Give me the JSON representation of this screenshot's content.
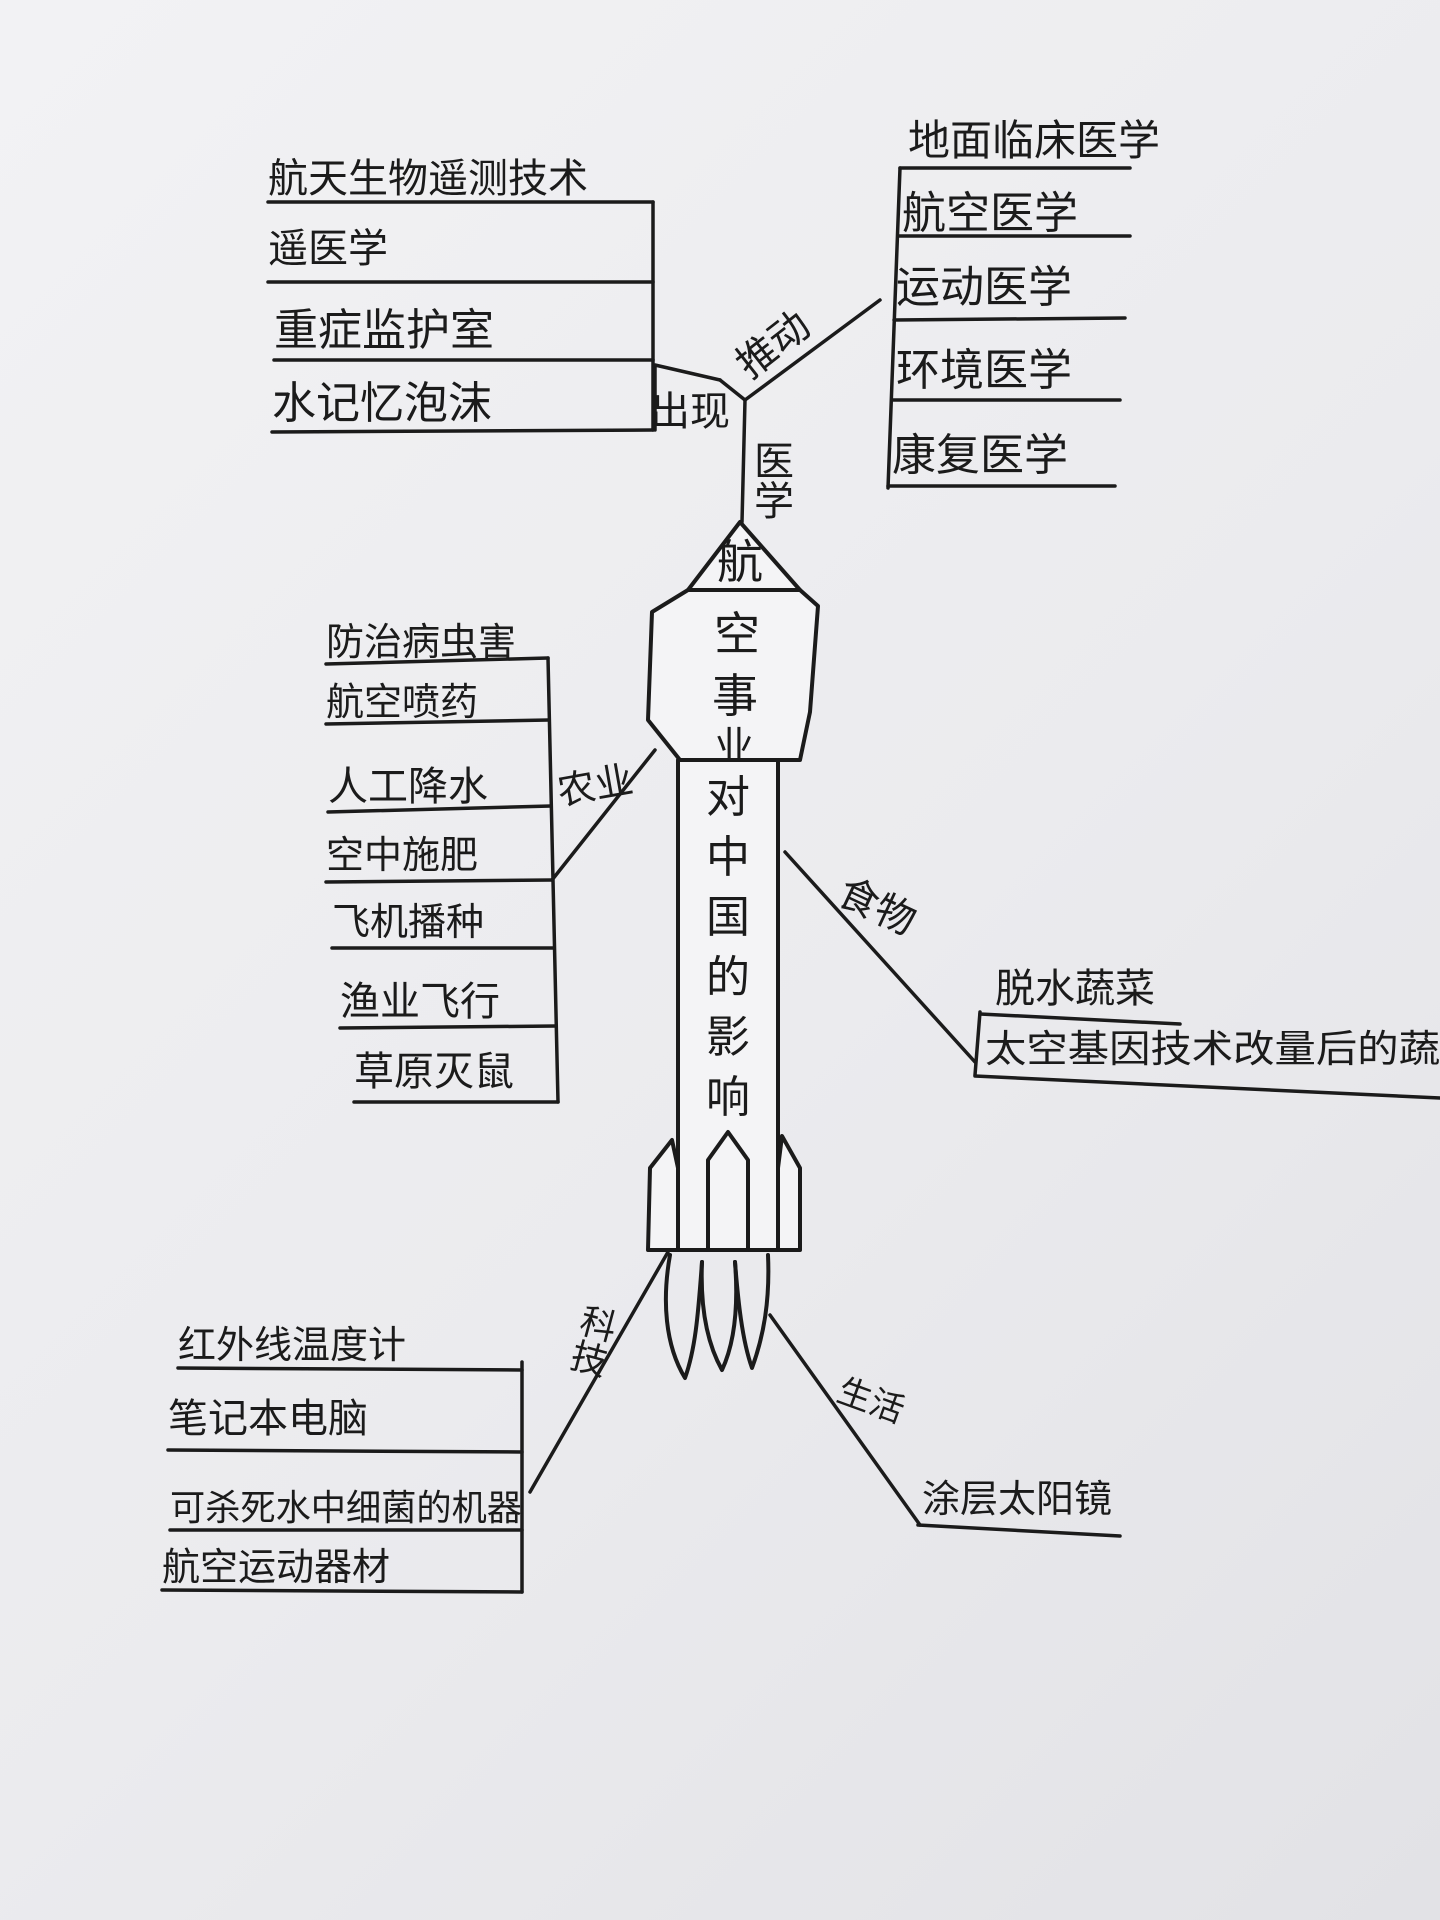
{
  "title_chars": [
    "航",
    "空",
    "事",
    "业",
    "对",
    "中",
    "国",
    "的",
    "影",
    "响"
  ],
  "branches": {
    "medicine": {
      "label": "医学",
      "emerged_label": "出现",
      "emerged_items": [
        "航天生物遥测技术",
        "遥医学",
        "重症监护室",
        "水记忆泡沫"
      ],
      "promote_label": "推动",
      "promote_items": [
        "地面临床医学",
        "航空医学",
        "运动医学",
        "环境医学",
        "康复医学"
      ]
    },
    "agriculture": {
      "label": "农业",
      "items": [
        "防治病虫害",
        "航空喷药",
        "人工降水",
        "空中施肥",
        "飞机播种",
        "渔业飞行",
        "草原灭鼠"
      ]
    },
    "food": {
      "label": "食物",
      "items": [
        "脱水蔬菜",
        "太空基因技术改量后的蔬"
      ]
    },
    "technology": {
      "label": "科技",
      "items": [
        "红外线温度计",
        "笔记本电脑",
        "可杀死水中细菌的机器",
        "航空运动器材"
      ]
    },
    "life": {
      "label": "生活",
      "items": [
        "涂层太阳镜"
      ]
    }
  }
}
